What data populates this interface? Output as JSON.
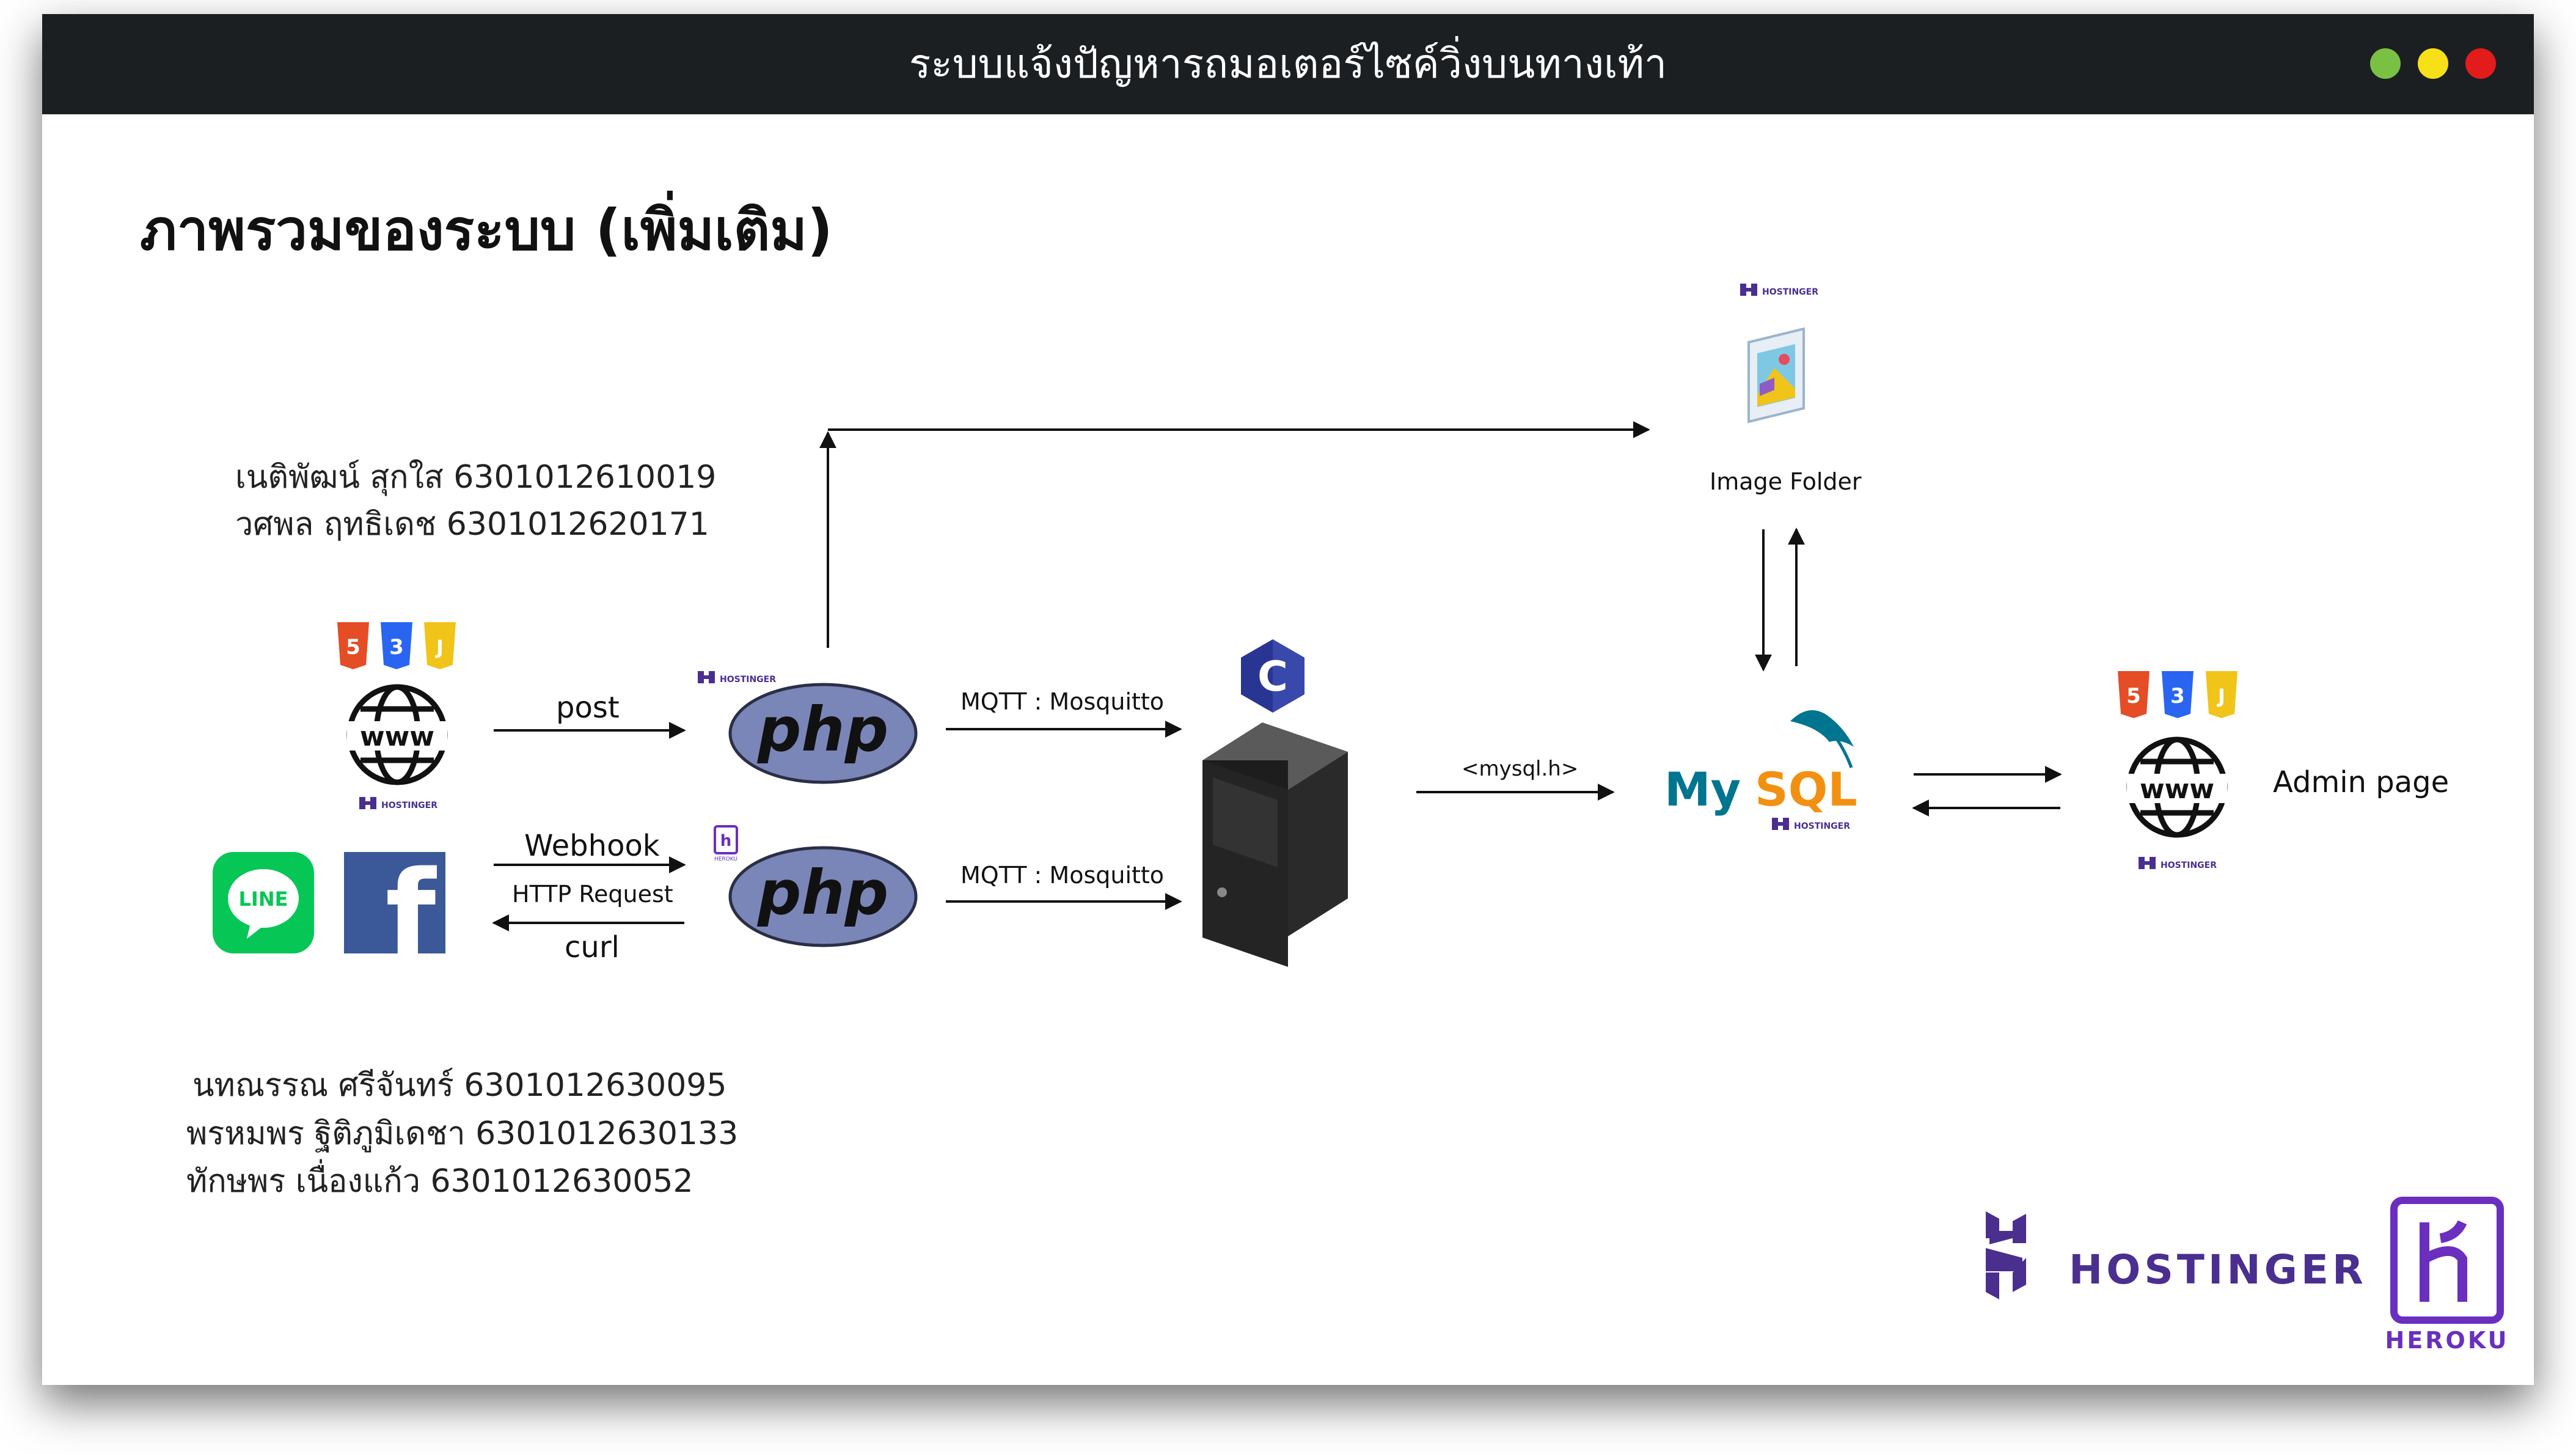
{
  "window": {
    "title": "ระบบแจ้งปัญหารถมอเตอร์ไซค์วิ่งบนทางเท้า",
    "controls": {
      "green": "#7ac143",
      "yellow": "#f7e017",
      "red": "#e21b1b"
    }
  },
  "slide": {
    "title": "ภาพรวมของระบบ (เพิ่มเติม)"
  },
  "team_top": [
    "เนติพัฒน์ สุกใส 6301012610019",
    "วศพล ฤทธิเดช 6301012620171"
  ],
  "team_bottom": [
    "นทณรรณ ศรีจันทร์ 6301012630095",
    "พรหมพร ฐิติภูมิเดชา 6301012630133",
    "ทักษพร เนื่องแก้ว 6301012630052"
  ],
  "labels": {
    "post": "post",
    "webhook": "Webhook",
    "http_request": "HTTP Request",
    "curl": "curl",
    "mqtt_top": "MQTT : Mosquitto",
    "mqtt_bottom": "MQTT : Mosquitto",
    "mysql_h": "<mysql.h>",
    "image_folder": "Image Folder",
    "admin_page": "Admin page"
  },
  "logos": {
    "php": "php",
    "mysql": "MySQL",
    "hostinger": "HOSTINGER",
    "heroku": "HEROKU",
    "line": "LINE",
    "facebook": "f",
    "www": "www",
    "html": "HTML",
    "css": "CSS",
    "js": "JS",
    "c": "C"
  },
  "icons": [
    "www-globe-icon",
    "html5-icon",
    "css3-icon",
    "js-icon",
    "line-icon",
    "facebook-icon",
    "php-icon",
    "c-lang-icon",
    "server-icon",
    "mysql-icon",
    "image-folder-icon",
    "hostinger-icon",
    "heroku-icon"
  ],
  "colors": {
    "titlebar": "#1b1f22",
    "php": "#7a86b8",
    "hostinger": "#4a2f8f",
    "heroku": "#6a2fbf",
    "mysql_blue": "#00758f",
    "mysql_orange": "#f29111",
    "line": "#06c755",
    "facebook": "#3b5998"
  }
}
